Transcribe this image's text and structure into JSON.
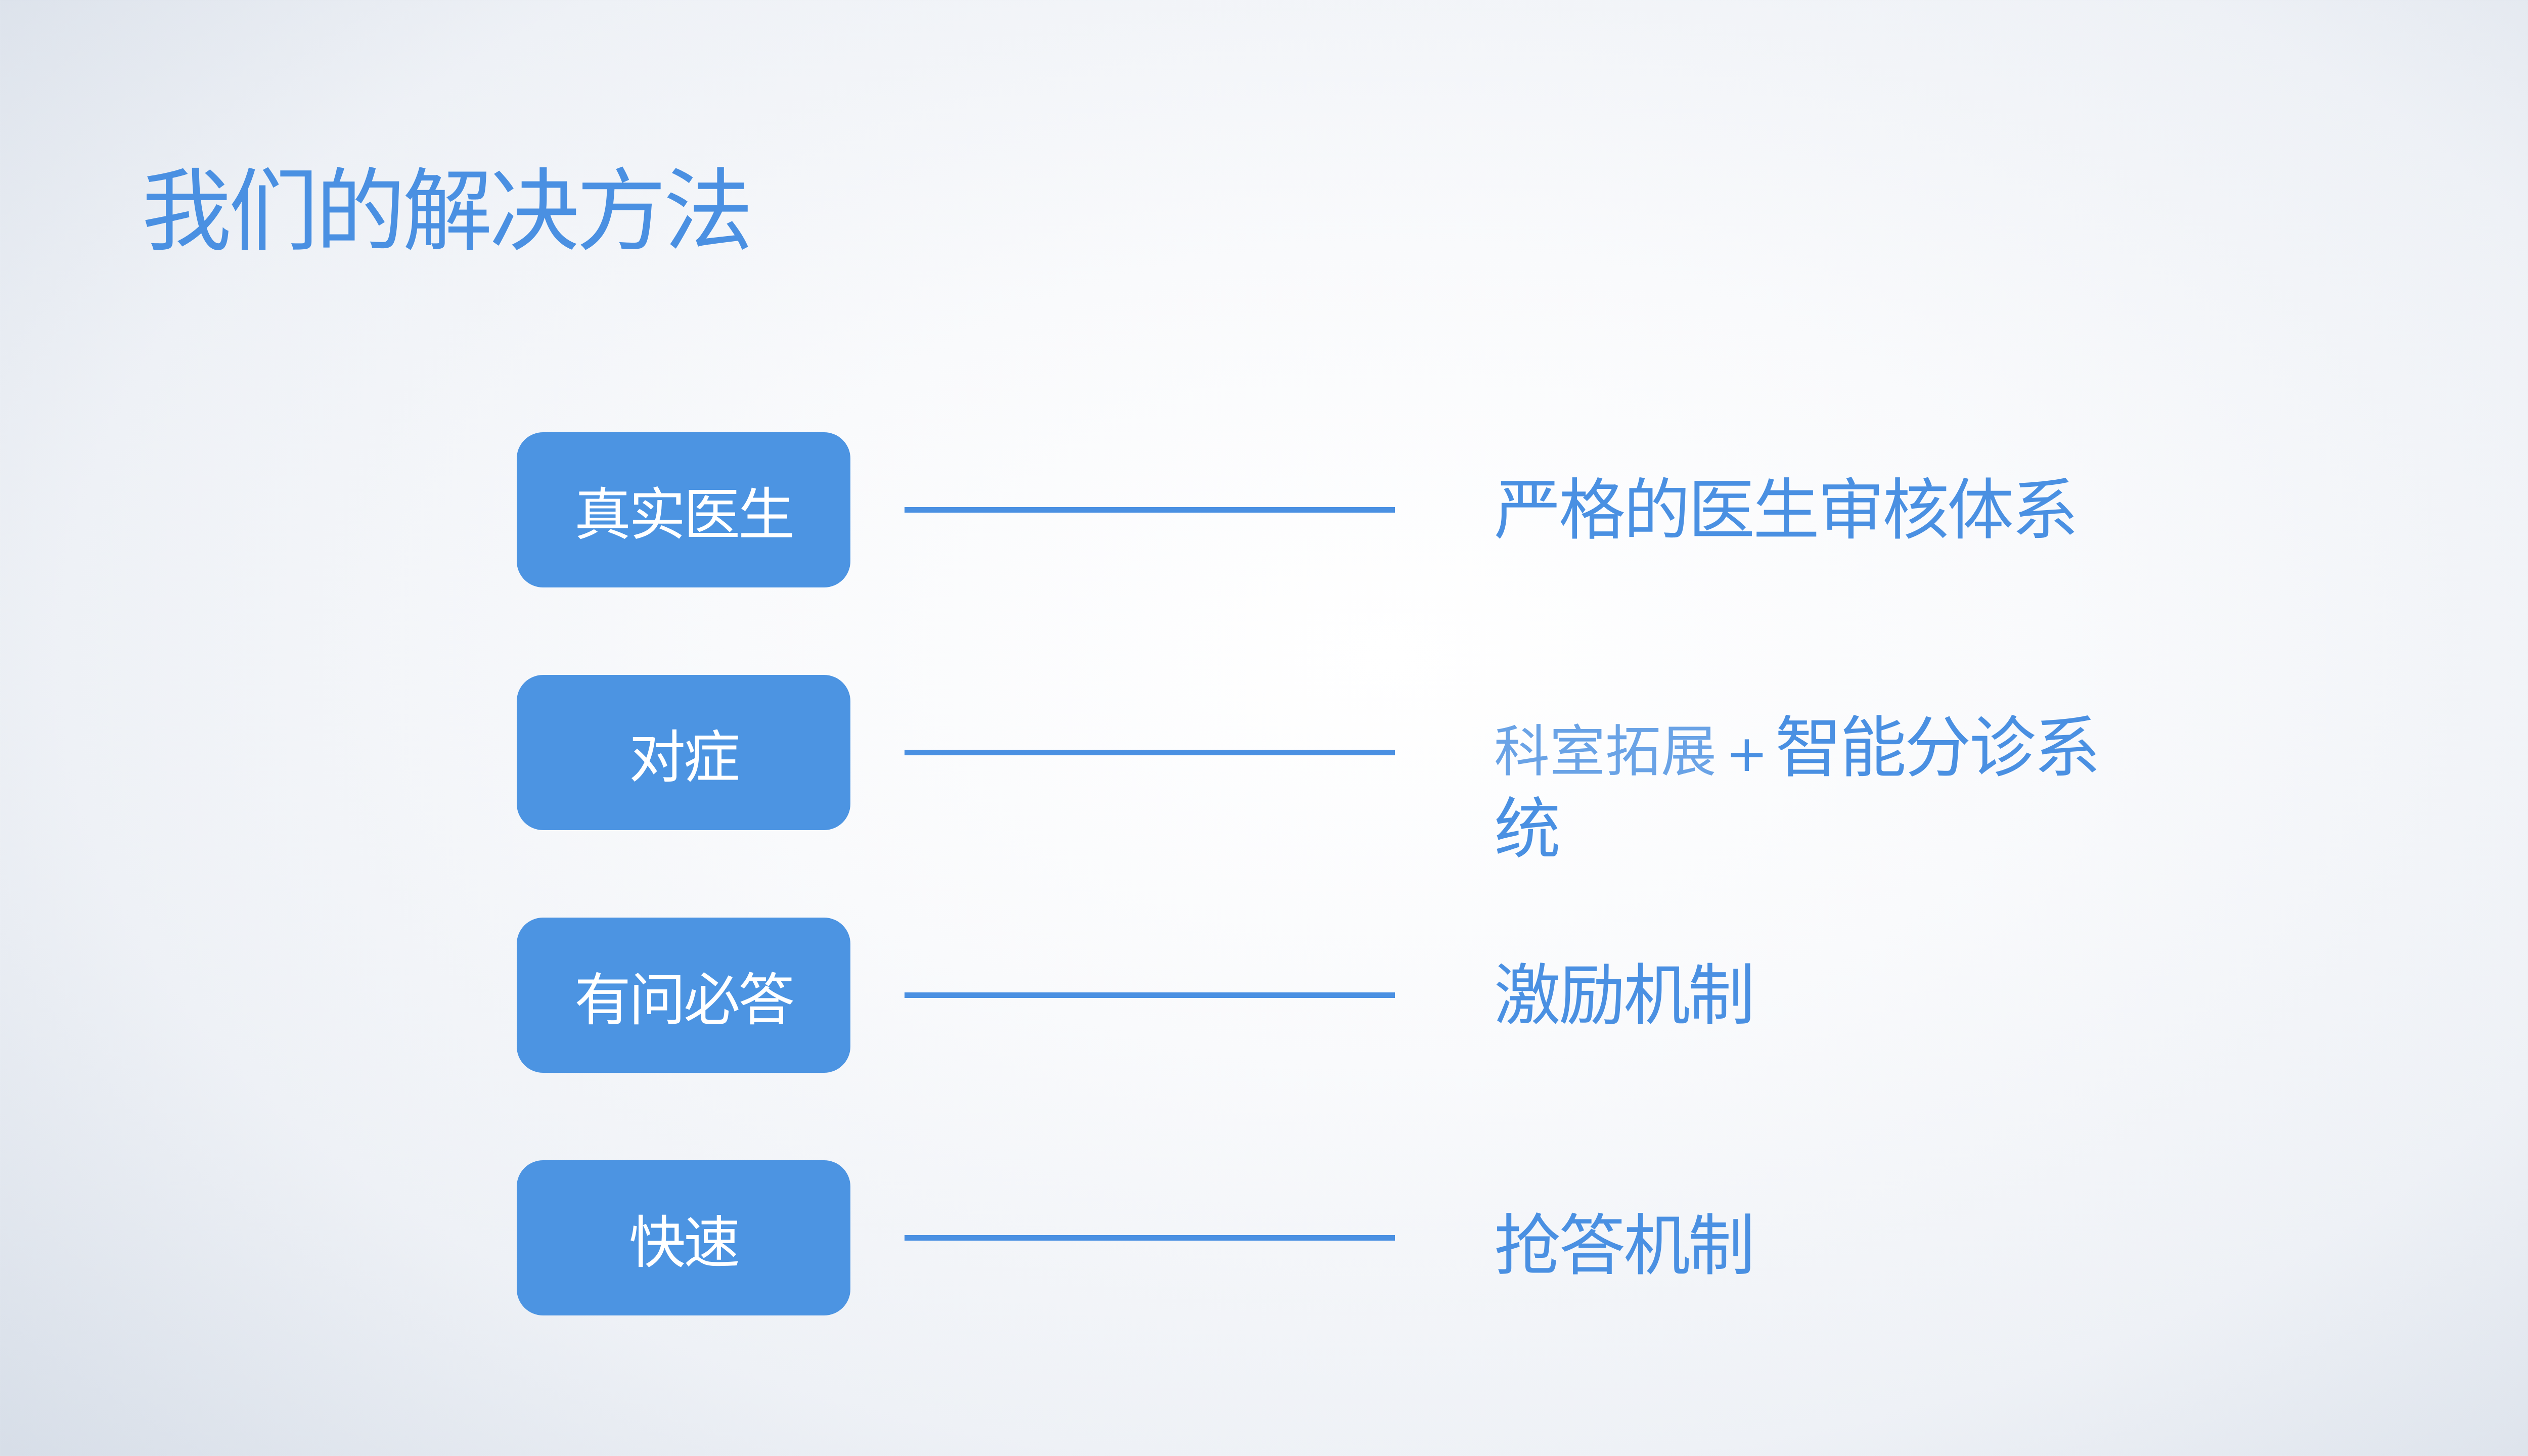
{
  "title": "我们的解决方法",
  "colors": {
    "accent": "#4a90e2",
    "box_fill": "#4c94e2",
    "box_text": "#ffffff",
    "background_center": "#ffffff",
    "background_edge": "#d7dee8"
  },
  "rows": [
    {
      "label": "真实医生",
      "description": "严格的医生审核体系"
    },
    {
      "label": "对症",
      "description_part1": "科室拓展",
      "description_plus": "+",
      "description_part2": "智能分诊系",
      "description_part3": "统"
    },
    {
      "label": "有问必答",
      "description": "激励机制"
    },
    {
      "label": "快速",
      "description": "抢答机制"
    }
  ]
}
